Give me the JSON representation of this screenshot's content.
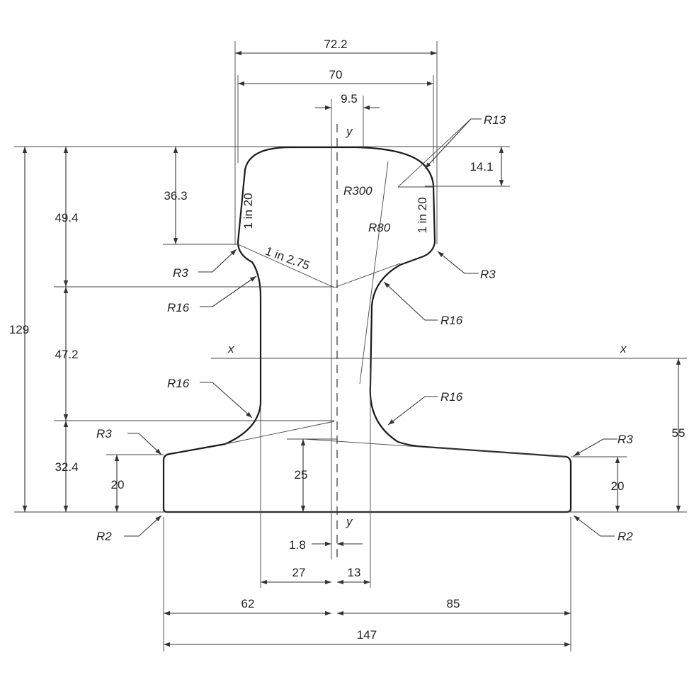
{
  "dimensions": {
    "head_width_outer": "72.2",
    "head_width": "70",
    "head_offset": "9.5",
    "total_height": "129",
    "head_total_depth": "49.4",
    "head_side_depth": "36.3",
    "head_side_taper": "14.1",
    "web_height": "47.2",
    "foot_depth": "32.4",
    "foot_edge_left": "20",
    "foot_edge_right": "20",
    "web_foot_height": "25",
    "neutral_axis_height": "55",
    "centroid_offset": "1.8",
    "web_left": "27",
    "web_right": "13",
    "foot_left": "62",
    "foot_right": "85",
    "foot_width": "147"
  },
  "radii": {
    "head_corner_right": "R13",
    "crown": "R300",
    "crown_outer": "R80",
    "head_underside_left": "R3",
    "head_underside_right": "R3",
    "fillet_upper_left": "R16",
    "fillet_upper_right": "R16",
    "fillet_lower_left": "R16",
    "fillet_lower_right": "R16",
    "foot_top_left": "R3",
    "foot_top_right": "R3",
    "foot_bottom_left": "R2",
    "foot_bottom_right": "R2"
  },
  "slopes": {
    "head_side_left": "1 in 20",
    "head_side_right": "1 in 20",
    "head_underside": "1 in 2.75"
  },
  "axes": {
    "y_top": "y",
    "y_bottom": "y",
    "x_left": "x",
    "x_right": "x"
  }
}
